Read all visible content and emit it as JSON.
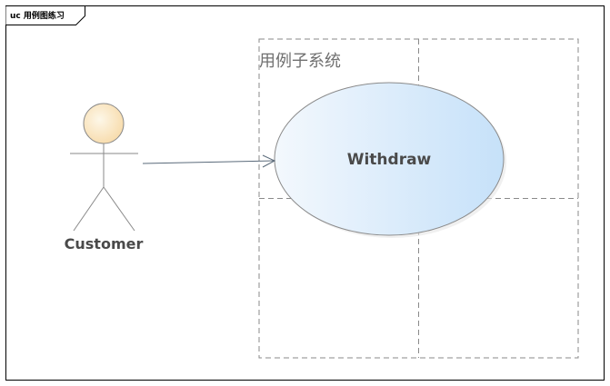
{
  "diagram": {
    "frame_label": "uc 用例图练习",
    "system_boundary": {
      "label": "用例子系统"
    },
    "use_case": {
      "label": "Withdraw",
      "fill_start": "#f3f8fd",
      "fill_end": "#c6e1f9",
      "stroke": "#8a8a8a"
    },
    "actor": {
      "label": "Customer",
      "head_fill_start": "#fdf7e8",
      "head_fill_end": "#f7d9a6",
      "stroke": "#8a8a8a"
    },
    "association": {
      "from": "Customer",
      "to": "Withdraw",
      "stroke": "#5a6a7a"
    }
  }
}
